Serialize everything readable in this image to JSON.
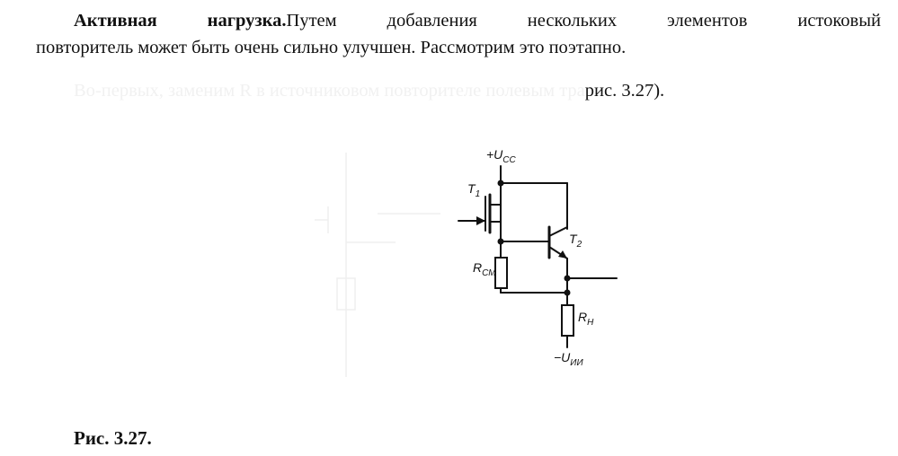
{
  "paragraph": {
    "bold_lead": "Активная нагрузка.",
    "line1_rest": "Путем добавления нескольких элементов истоковый",
    "line2": "повторитель может быть очень сильно улучшен. Рассмотрим это поэтапно."
  },
  "faded_line": {
    "ghost_text": "Во-первых, заменим R в источниковом повторителе полевым тра",
    "visible_text": "рис. 3.27)."
  },
  "circuit": {
    "supply_pos": "+U",
    "supply_pos_sub": "CC",
    "t1": "T",
    "t1_sub": "1",
    "t2": "T",
    "t2_sub": "2",
    "r_cm": "R",
    "r_cm_sub": "СМ",
    "r_n": "R",
    "r_n_sub": "Н",
    "supply_neg": "−U",
    "supply_neg_sub": "ИИ"
  },
  "caption": "Рис. 3.27."
}
